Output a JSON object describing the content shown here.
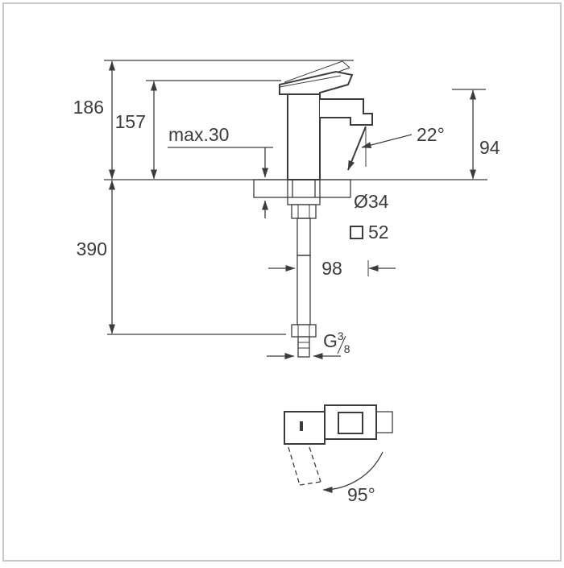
{
  "drawing_title": "faucet-technical-dimension-drawing",
  "labels": {
    "height_total": "186",
    "height_to_body": "157",
    "max_thickness": "max.30",
    "spout_angle": "22°",
    "spout_height": "94",
    "height_below": "390",
    "hole_diameter": "Ø34",
    "base_square": "52",
    "projection": "98",
    "thread_g": "G",
    "thread_num": "3",
    "thread_den": "8",
    "swivel_angle": "95°"
  },
  "symbols": {
    "square_dimension_symbol": "square-outline",
    "diameter_symbol": "Ø"
  },
  "colors": {
    "line": "#3c3c3c",
    "background": "#ffffff",
    "frame_border": "#c8c8c8",
    "hatch": "#4a4a4a",
    "hose_braid": "#7a7a7a"
  }
}
